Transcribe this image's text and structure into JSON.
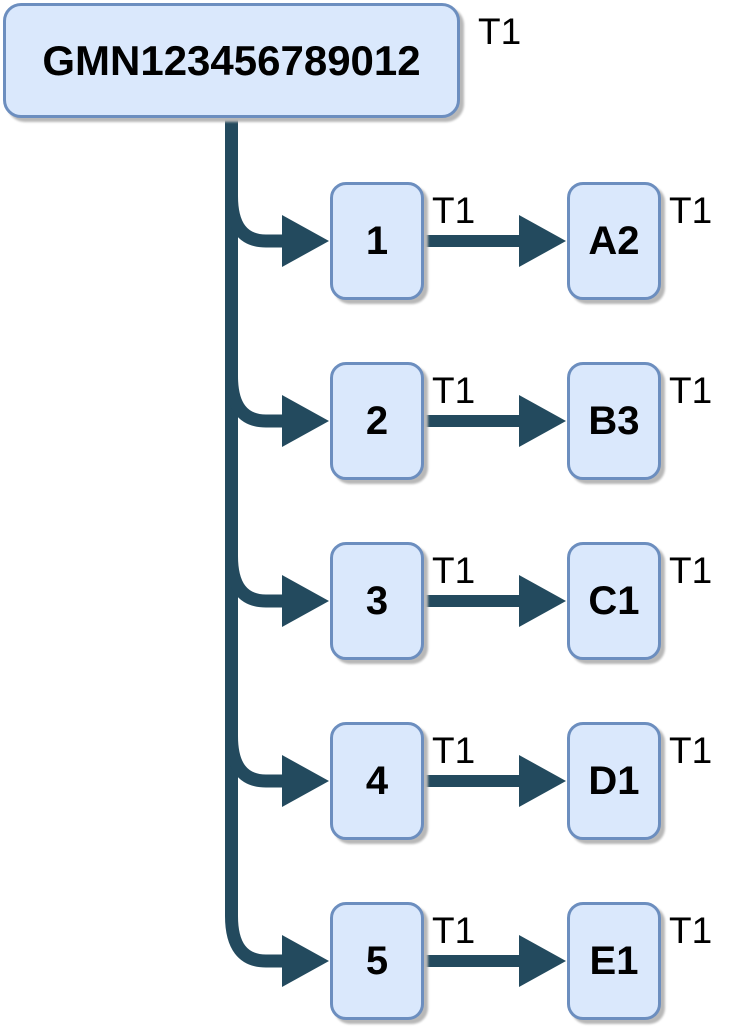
{
  "diagram": {
    "root": {
      "label": "GMN123456789012",
      "tag": "T1"
    },
    "rows": [
      {
        "source_label": "1",
        "source_tag": "T1",
        "target_label": "A2",
        "target_tag": "T1"
      },
      {
        "source_label": "2",
        "source_tag": "T1",
        "target_label": "B3",
        "target_tag": "T1"
      },
      {
        "source_label": "3",
        "source_tag": "T1",
        "target_label": "C1",
        "target_tag": "T1"
      },
      {
        "source_label": "4",
        "source_tag": "T1",
        "target_label": "D1",
        "target_tag": "T1"
      },
      {
        "source_label": "5",
        "source_tag": "T1",
        "target_label": "E1",
        "target_tag": "T1"
      }
    ],
    "colors": {
      "node_fill": "#dae8fc",
      "node_stroke": "#6c8ebf",
      "connector": "#234a5e",
      "shadow_color": "#b8b8b8",
      "text_color": "#000000"
    }
  }
}
